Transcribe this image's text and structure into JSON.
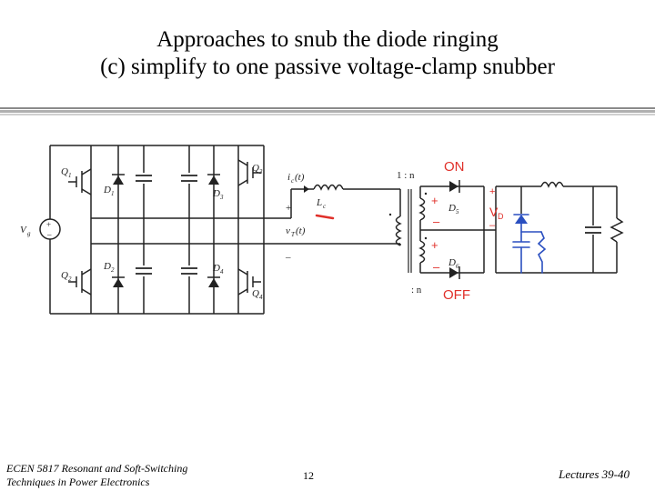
{
  "slide": {
    "title_line1": "Approaches to snub the diode ringing",
    "title_line2": "(c) simplify to one passive voltage-clamp snubber",
    "footer_left_line1": "ECEN 5817  Resonant and Soft-Switching",
    "footer_left_line2": "Techniques in Power Electronics",
    "page_number": "12",
    "footer_right": "Lectures 39-40"
  },
  "circuit": {
    "labels": {
      "q1": "Q",
      "q1_sub": "1",
      "q2": "Q",
      "q2_sub": "2",
      "q3": "Q",
      "q3_sub": "3",
      "q4": "Q",
      "q4_sub": "4",
      "d1": "D",
      "d1_sub": "1",
      "d2": "D",
      "d2_sub": "2",
      "d3": "D",
      "d3_sub": "3",
      "d4": "D",
      "d4_sub": "4",
      "d5": "D",
      "d5_sub": "5",
      "d6": "D",
      "d6_sub": "6",
      "vg": "V",
      "vg_sub": "g",
      "ic": "i",
      "ic_sub": "c",
      "ic_tail": "(t)",
      "lc": "L",
      "lc_sub": "c",
      "vt": "v",
      "vt_sub": "T",
      "vt_tail": "(t)",
      "plus": "+",
      "minus": "–",
      "ratio_top": "1 : n",
      "ratio_bottom": ": n"
    },
    "annotations": {
      "on": "ON",
      "off": "OFF",
      "vd": "V",
      "vd_sub": "D",
      "plus": "+",
      "minus": "–"
    },
    "colors": {
      "wire": "#222222",
      "annotation_red": "#e0302a",
      "annotation_blue": "#2a4fc0"
    }
  }
}
